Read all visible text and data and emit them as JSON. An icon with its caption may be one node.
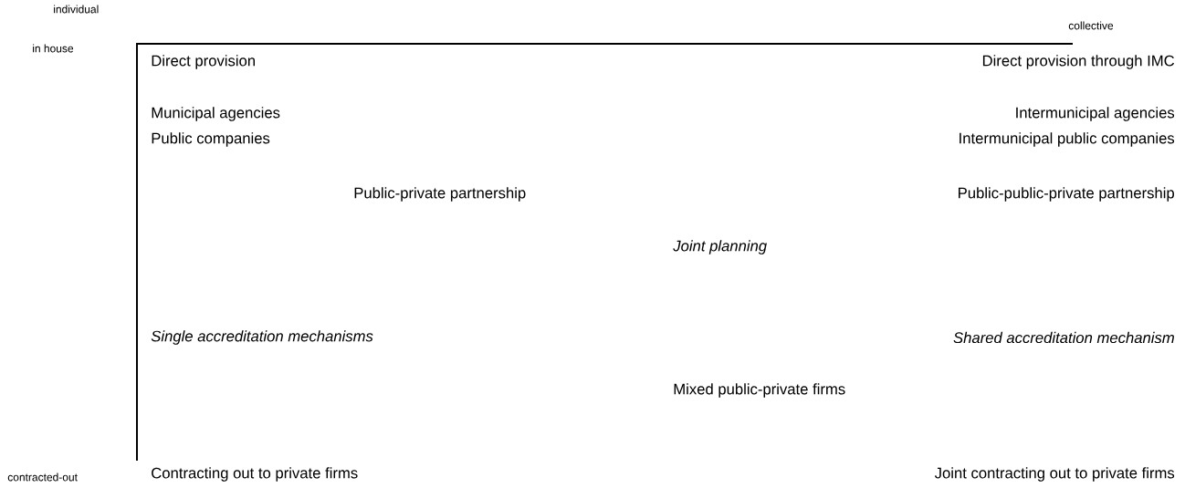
{
  "diagram": {
    "labels": [
      "individual",
      "collective",
      "in house",
      "Direct provision",
      "Direct provision through IMC",
      "Municipal agencies",
      "Intermunicipal agencies",
      "Public companies",
      "Intermunicipal public companies",
      "Public-private partnership",
      "Public-public-private partnership",
      "Joint planning",
      "Single accreditation mechanisms",
      "Shared accreditation mechanism",
      "Mixed public-private firms",
      "contracted-out",
      "Contracting out to private firms",
      "Joint contracting out to private firms"
    ]
  }
}
